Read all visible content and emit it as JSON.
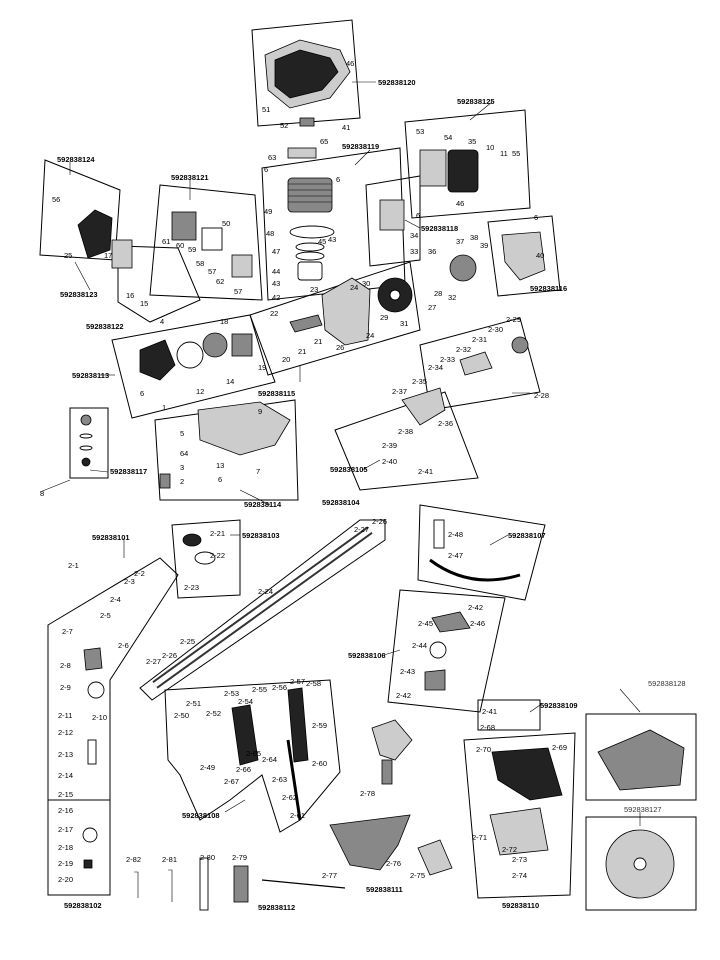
{
  "groups": [
    {
      "code": "592838120"
    },
    {
      "code": "592838125"
    },
    {
      "code": "592838119"
    },
    {
      "code": "592838124"
    },
    {
      "code": "592838121"
    },
    {
      "code": "592838118"
    },
    {
      "code": "592838116"
    },
    {
      "code": "592838123"
    },
    {
      "code": "592838122"
    },
    {
      "code": "592838113"
    },
    {
      "code": "592838115"
    },
    {
      "code": "592838117"
    },
    {
      "code": "592838114"
    },
    {
      "code": "592838105"
    },
    {
      "code": "592838104"
    },
    {
      "code": "592838103"
    },
    {
      "code": "592838107"
    },
    {
      "code": "592838101"
    },
    {
      "code": "592838106"
    },
    {
      "code": "592838109"
    },
    {
      "code": "592838108"
    },
    {
      "code": "592838102"
    },
    {
      "code": "592838112"
    },
    {
      "code": "592838111"
    },
    {
      "code": "592838110"
    },
    {
      "code": "592838128"
    },
    {
      "code": "592838127"
    }
  ],
  "labels": [
    "46",
    "51",
    "41",
    "52",
    "65",
    "63",
    "53",
    "54",
    "35",
    "10",
    "11",
    "55",
    "46",
    "6",
    "56",
    "25",
    "17",
    "16",
    "15",
    "4",
    "50",
    "61",
    "60",
    "59",
    "58",
    "57",
    "57",
    "62",
    "49",
    "6",
    "48",
    "45",
    "43",
    "47",
    "44",
    "43",
    "42",
    "6",
    "34",
    "33",
    "36",
    "37",
    "38",
    "39",
    "6",
    "40",
    "28",
    "32",
    "27",
    "30",
    "24",
    "24",
    "29",
    "31",
    "23",
    "22",
    "21",
    "21",
    "26",
    "20",
    "19",
    "18",
    "14",
    "12",
    "6",
    "1",
    "2-29",
    "2-30",
    "2-31",
    "2-32",
    "2-33",
    "2-34",
    "2-35",
    "2-37",
    "2-38",
    "2-39",
    "2-40",
    "2-41",
    "2-36",
    "2-28",
    "9",
    "5",
    "64",
    "3",
    "2",
    "13",
    "7",
    "6",
    "8",
    "2-21",
    "2-22",
    "2-23",
    "2-27",
    "2-26",
    "2-24",
    "2-25",
    "2-26",
    "2-27",
    "2-48",
    "2-47",
    "2-1",
    "2-2",
    "2-3",
    "2-4",
    "2-5",
    "2-6",
    "2-7",
    "2-8",
    "2-9",
    "2-10",
    "2-11",
    "2-12",
    "2-13",
    "2-14",
    "2-15",
    "2-16",
    "2-17",
    "2-18",
    "2-19",
    "2-20",
    "2-42",
    "2-45",
    "2-46",
    "2-44",
    "2-43",
    "2-42",
    "2-51",
    "2-50",
    "2-52",
    "2-53",
    "2-54",
    "2-55",
    "2-56",
    "2-57",
    "2-58",
    "2-59",
    "2-49",
    "2-66",
    "2-67",
    "2-65",
    "2-64",
    "2-63",
    "2-60",
    "2-62",
    "2-61",
    "2-41",
    "2-68",
    "2-70",
    "2-69",
    "2-71",
    "2-72",
    "2-73",
    "2-74",
    "2-78",
    "2-76",
    "2-77",
    "2-75",
    "2-82",
    "2-81",
    "2-80",
    "2-79"
  ]
}
